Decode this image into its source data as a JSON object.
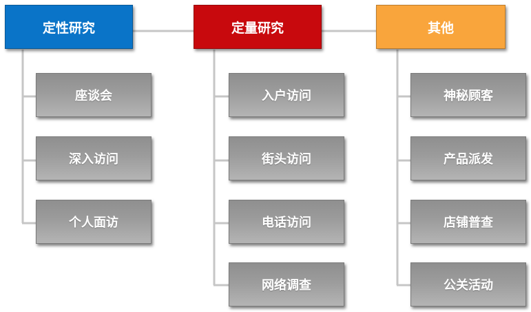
{
  "columns": [
    {
      "header": "定性研究",
      "color": "#0a74c8",
      "items": [
        "座谈会",
        "深入访问",
        "个人面访"
      ]
    },
    {
      "header": "定量研究",
      "color": "#c8090d",
      "items": [
        "入户访问",
        "街头访问",
        "电话访问",
        "网络调查"
      ]
    },
    {
      "header": "其他",
      "color": "#f9a53c",
      "items": [
        "神秘顾客",
        "产品派发",
        "店铺普查",
        "公关活动"
      ]
    }
  ]
}
